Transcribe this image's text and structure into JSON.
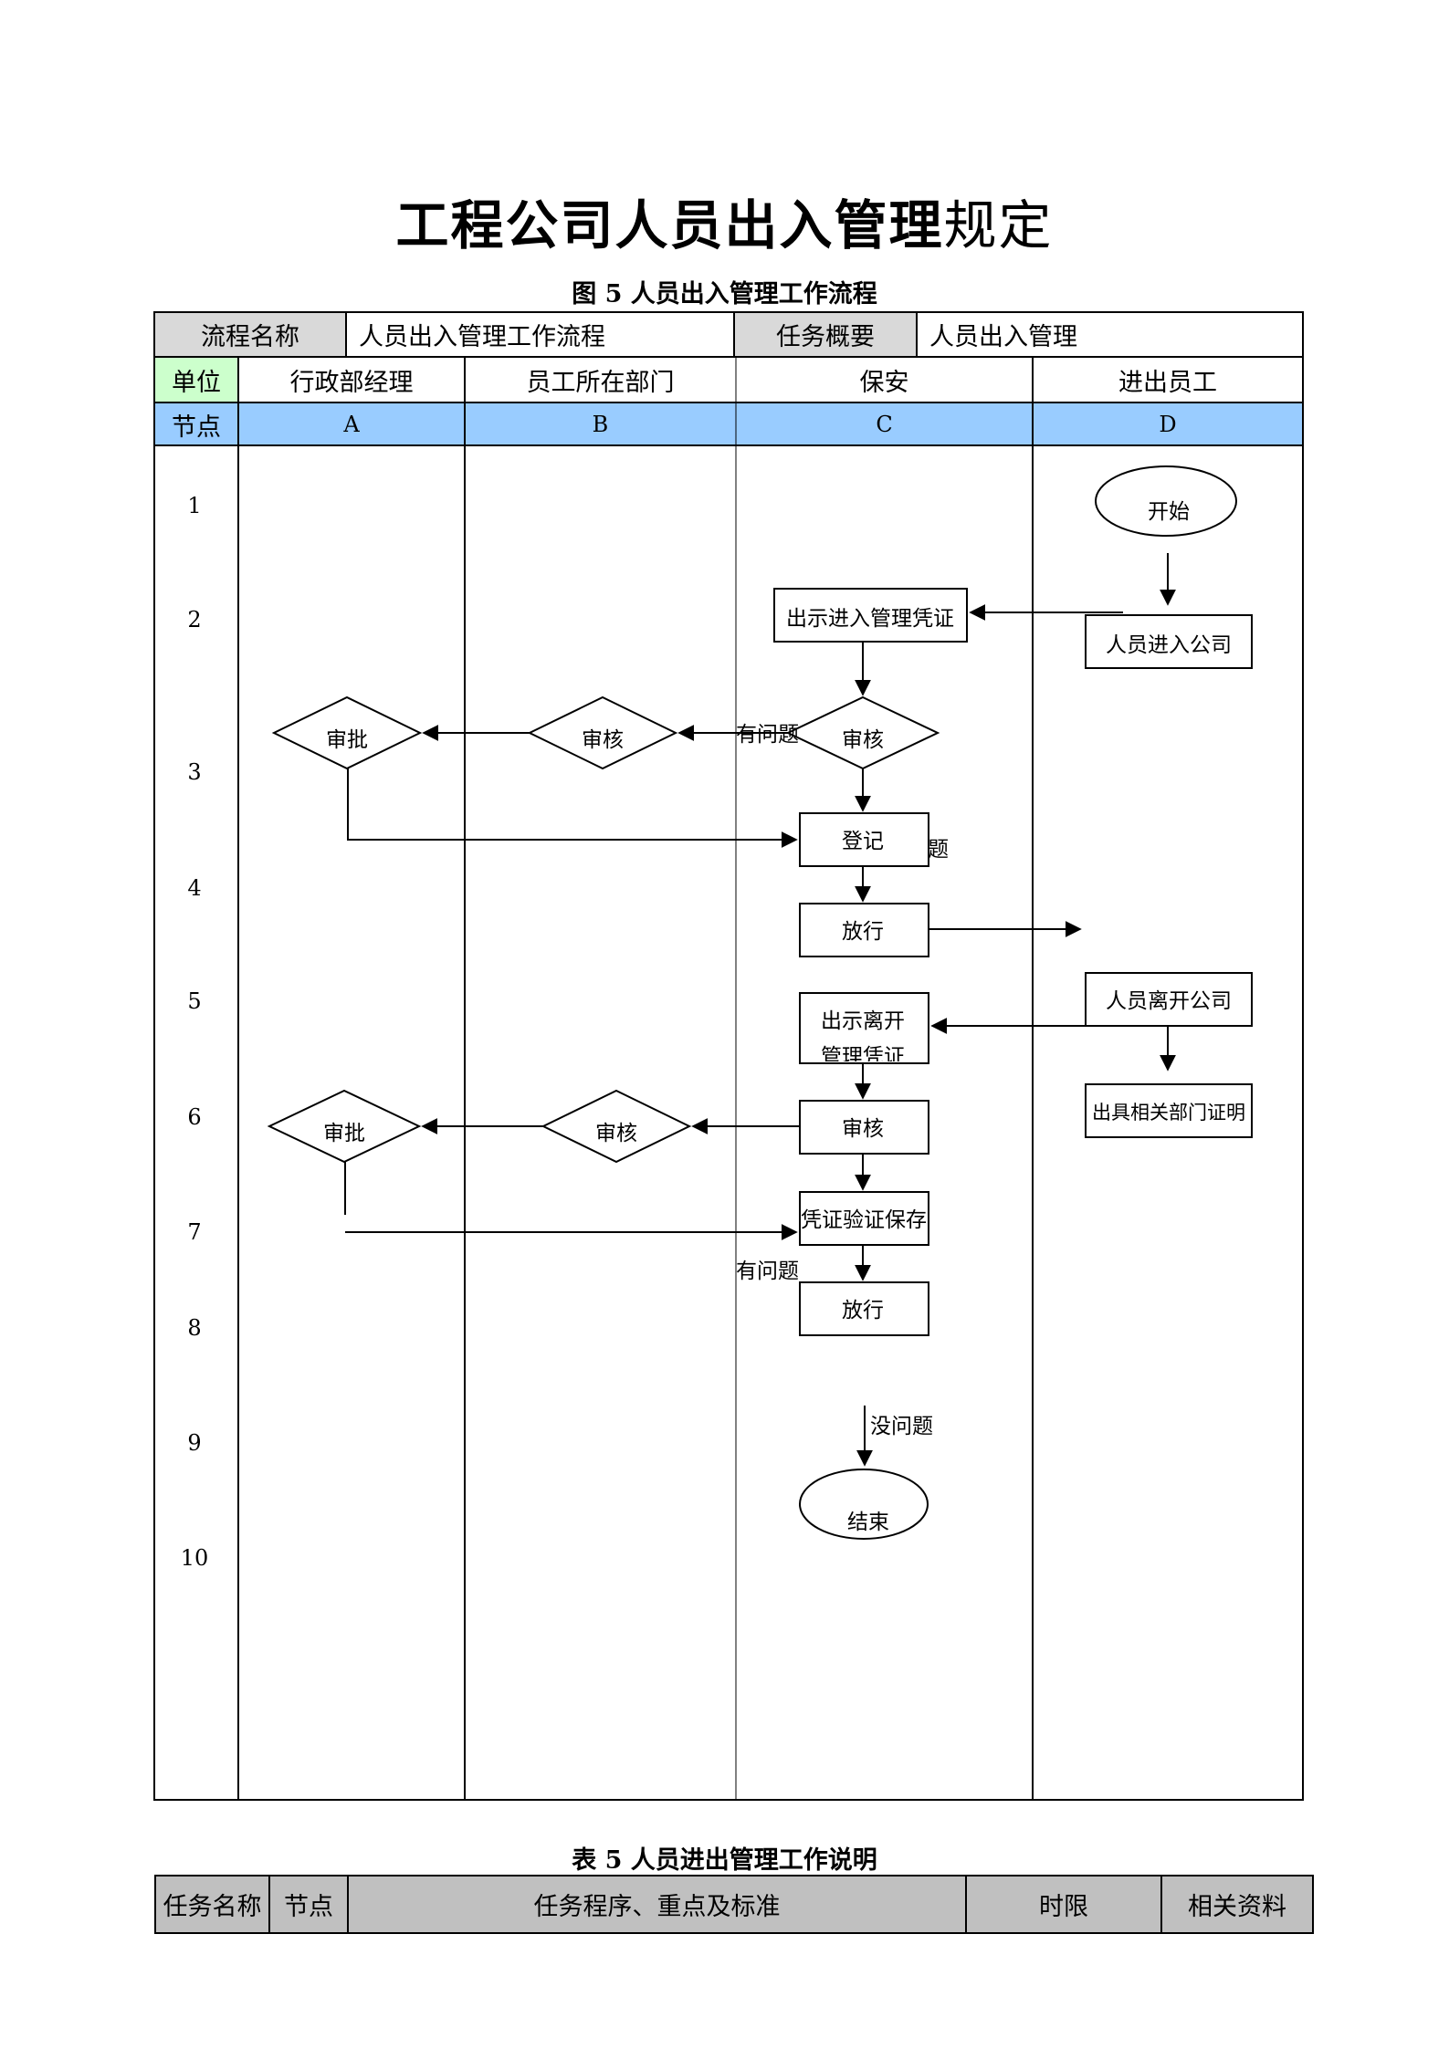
{
  "title_bold": "工程公司人员出入管理",
  "title_light": "规定",
  "figure_caption": "图 5  人员出入管理工作流程",
  "header": {
    "name_label": "流程名称",
    "name_value": "人员出入管理工作流程",
    "summary_label": "任务概要",
    "summary_value": "人员出入管理",
    "unit_label": "单位",
    "node_label": "节点"
  },
  "lanes": [
    {
      "unit": "行政部经理",
      "node": "A"
    },
    {
      "unit": "员工所在部门",
      "node": "B"
    },
    {
      "unit": "保安",
      "node": "C"
    },
    {
      "unit": "进出员工",
      "node": "D"
    }
  ],
  "row_numbers": [
    "1",
    "2",
    "3",
    "4",
    "5",
    "6",
    "7",
    "8",
    "9",
    "10"
  ],
  "nodes": {
    "start": "开始",
    "enter_company": "人员进入公司",
    "show_entry_cert": "出示进入管理凭证",
    "guard_review_1": "审核",
    "dept_review_1": "审核",
    "mgr_approve_1": "审批",
    "register": "登记",
    "release_1": "放行",
    "leave_company": "人员离开公司",
    "show_exit_cert": "出示离开",
    "show_exit_cert_cut": "管理凭证",
    "dept_certificate": "出具相关部门证明",
    "guard_review_2": "审核",
    "dept_review_2": "审核",
    "mgr_approve_2": "审批",
    "verify_keep": "凭证验证保存",
    "release_2": "放行",
    "end": "结束"
  },
  "edge_labels": {
    "problem_1": "有问题",
    "problem_1_tail": "题",
    "problem_2": "有问题",
    "no_problem": "没问题"
  },
  "table_caption": "表 5 人员进出管理工作说明",
  "table_headers": [
    "任务名称",
    "节点",
    "任务程序、重点及标准",
    "时限",
    "相关资料"
  ],
  "colors": {
    "unit_label_bg": "#CCFFCC",
    "node_row_bg": "#99CCFF",
    "label_cell_bg": "#D9D9D9",
    "table_header_bg": "#C0C0C0"
  }
}
